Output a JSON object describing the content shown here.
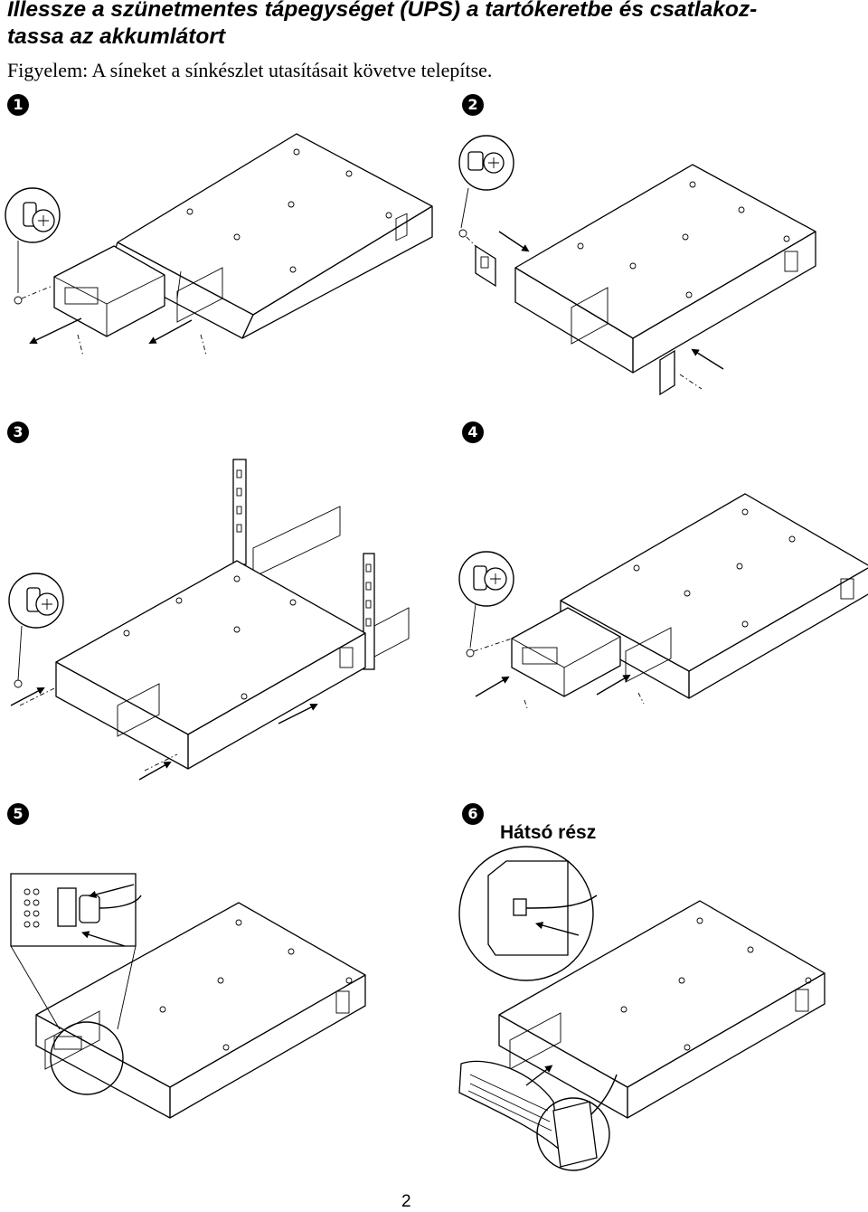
{
  "heading": {
    "line1": "Illessze a szünetmentes tápegységet (UPS) a tartókeretbe és csatlakoz-",
    "line2": "tassa az akkumlátort"
  },
  "warning": "Figyelem: A síneket a sínkészlet utasításait követve telepítse.",
  "steps": [
    {
      "number": "1"
    },
    {
      "number": "2"
    },
    {
      "number": "3"
    },
    {
      "number": "4"
    },
    {
      "number": "5"
    },
    {
      "number": "6",
      "label": "Hátsó rész"
    }
  ],
  "page_number": "2"
}
